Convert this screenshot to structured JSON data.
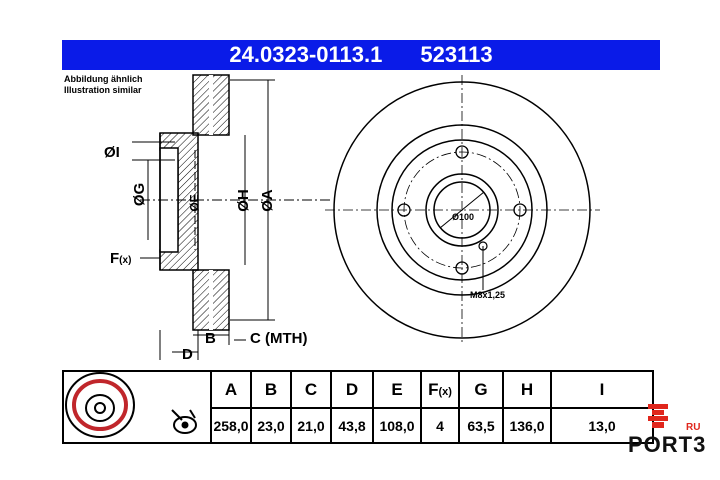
{
  "header": {
    "part_number": "24.0323-0113.1",
    "short_number": "523113"
  },
  "caption": {
    "line1": "Abbildung ähnlich",
    "line2": "Illustration similar"
  },
  "labels": {
    "dia_i": "ØI",
    "dia_g": "ØG",
    "dia_e": "ØE",
    "dia_h": "ØH",
    "dia_a": "ØA",
    "f_x": "F",
    "f_x_sub": "(x)",
    "b": "B",
    "c_mth": "C (MTH)",
    "d": "D",
    "bolt_circle": "Ø100",
    "thread": "M8x1,25"
  },
  "table": {
    "headers": [
      "A",
      "B",
      "C",
      "D",
      "E",
      "F",
      "G",
      "H",
      "I"
    ],
    "f_sub": "(x)",
    "values": [
      "258,0",
      "23,0",
      "21,0",
      "43,8",
      "108,0",
      "4",
      "63,5",
      "136,0",
      "13,0"
    ]
  },
  "brand": {
    "name": "PORT3",
    "suffix": "RU"
  },
  "colors": {
    "header_bg": "#0a1be8",
    "brand_red": "#e0261c"
  }
}
